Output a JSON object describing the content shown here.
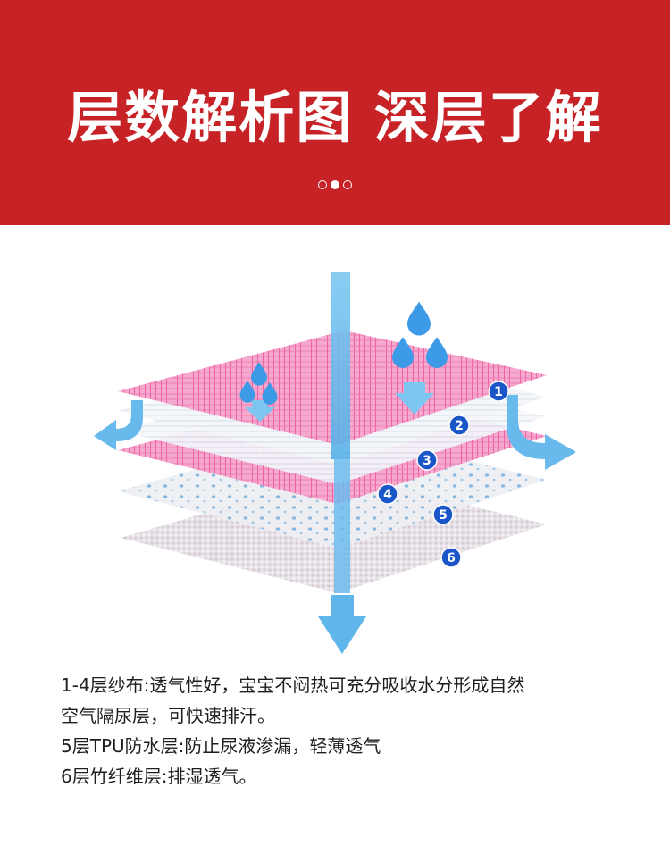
{
  "banner": {
    "title": "层数解析图 深层了解",
    "carousel_dots": 3,
    "active_dot": 1,
    "background_color": "#c72327"
  },
  "diagram": {
    "layer_numbers": [
      "1",
      "2",
      "3",
      "4",
      "5",
      "6"
    ],
    "colors": {
      "arrow": "#64b9ec",
      "drop": "#3d9ae6",
      "badge": "#1a56c8",
      "pink_layer": "#f06aa8"
    }
  },
  "description": {
    "lines": [
      "1-4层纱布:透气性好，宝宝不闷热可充分吸收水分形成自然",
      "空气隔尿层，可快速排汗。",
      "5层TPU防水层:防止尿液渗漏，轻薄透气",
      "6层竹纤维层:排湿透气。"
    ]
  }
}
